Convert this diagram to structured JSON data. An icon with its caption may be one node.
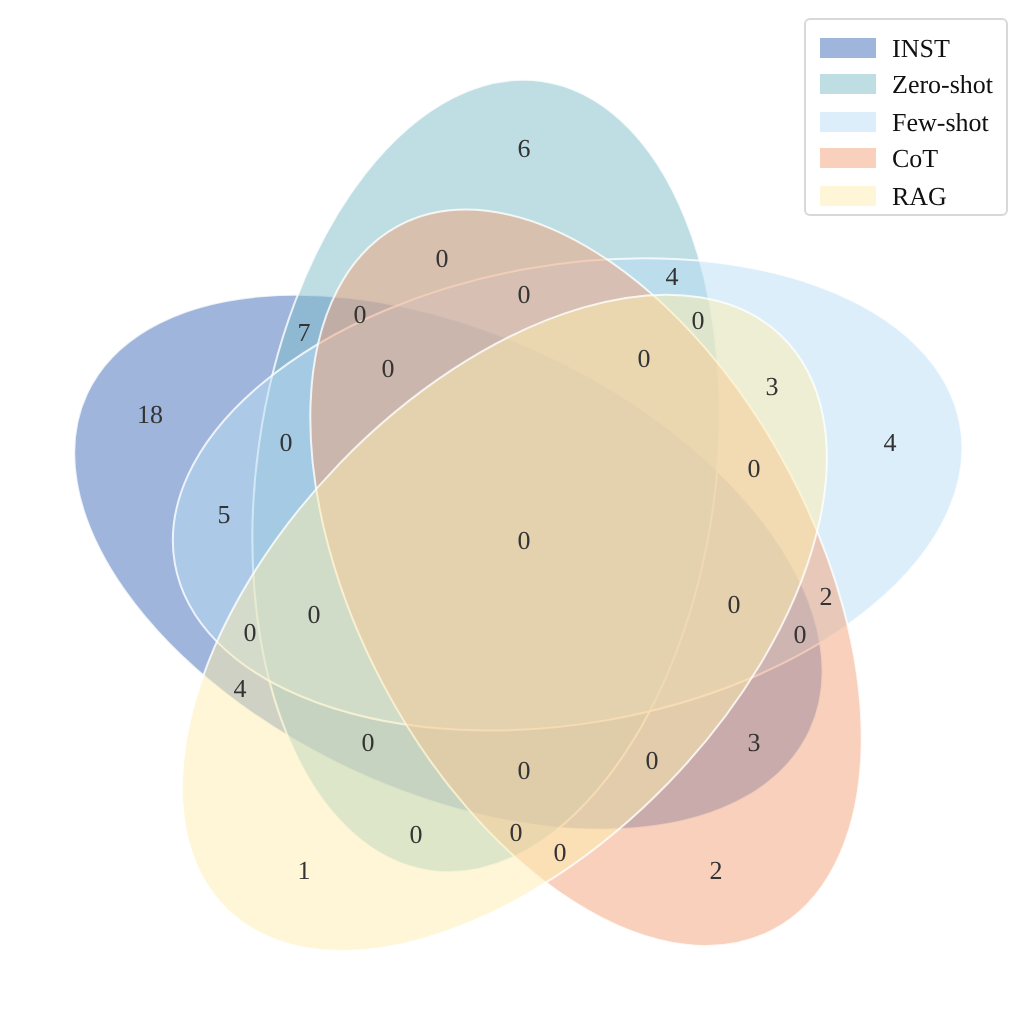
{
  "diagram": {
    "labels": [
      "6",
      "0",
      "4",
      "0",
      "0",
      "0",
      "7",
      "0",
      "0",
      "3",
      "18",
      "0",
      "4",
      "0",
      "5",
      "0",
      "2",
      "0",
      "0",
      "0",
      "0",
      "4",
      "0",
      "3",
      "0",
      "0",
      "0",
      "0",
      "0",
      "1",
      "2"
    ],
    "legend": [
      {
        "text": "INST",
        "color": "#a0b5dc"
      },
      {
        "text": "Zero-shot",
        "color": "#bedee4"
      },
      {
        "text": "Few-shot",
        "color": "#dceef9"
      },
      {
        "text": "CoT",
        "color": "#f8d0bc"
      },
      {
        "text": "RAG",
        "color": "#fef6d6"
      }
    ]
  }
}
